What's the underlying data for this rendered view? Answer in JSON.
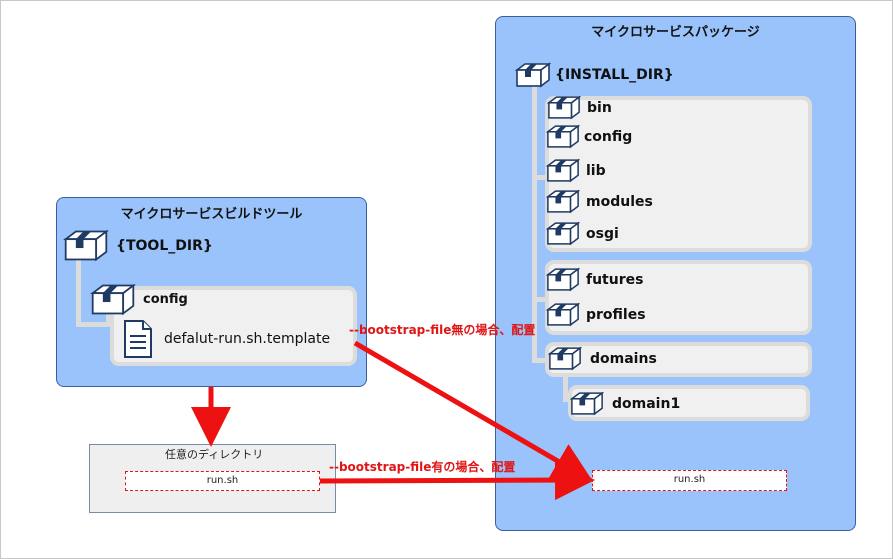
{
  "package": {
    "title": "マイクロサービスパッケージ",
    "root": "{INSTALL_DIR}",
    "group1": [
      "bin",
      "config",
      "lib",
      "modules",
      "osgi"
    ],
    "group2": [
      "futures",
      "profiles"
    ],
    "domains": "domains",
    "domain1": "domain1",
    "runsh": "run.sh"
  },
  "build_tool": {
    "title": "マイクロサービスビルドツール",
    "root": "{TOOL_DIR}",
    "config": "config",
    "template": "defalut-run.sh.template"
  },
  "any_dir": {
    "title": "任意のディレクトリ",
    "runsh": "run.sh"
  },
  "arrows": {
    "no_bootstrap": "--bootstrap-file無の場合、配置",
    "with_bootstrap": "--bootstrap-file有の場合、配置"
  },
  "colors": {
    "panel": "#99c3fa",
    "arrow": "#ee1111"
  }
}
